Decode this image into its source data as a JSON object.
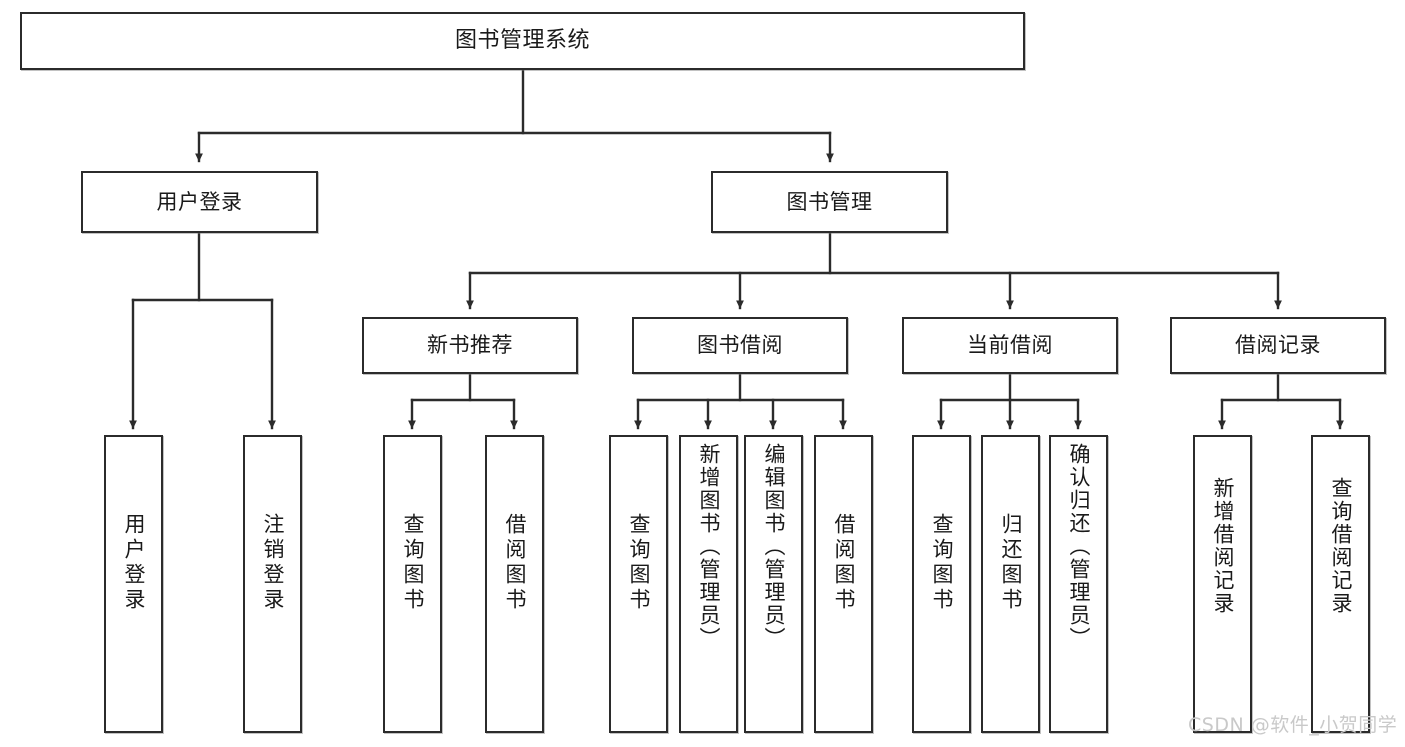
{
  "diagram": {
    "title": "图书管理系统",
    "type": "tree-hierarchy-diagram",
    "watermark": "CSDN @软件_小贺同学",
    "colors": {
      "stroke": "#2b2b2b",
      "fill": "#ffffff",
      "text": "#1a1a1a",
      "watermark": "#c9c9c9"
    },
    "root": {
      "id": "root",
      "label": "图书管理系统"
    },
    "level2": [
      {
        "id": "user-login",
        "label": "用户登录"
      },
      {
        "id": "book-manage",
        "label": "图书管理"
      }
    ],
    "level3": [
      {
        "id": "new-book-rec",
        "label": "新书推荐"
      },
      {
        "id": "book-borrow",
        "label": "图书借阅"
      },
      {
        "id": "current-borrow",
        "label": "当前借阅"
      },
      {
        "id": "borrow-record",
        "label": "借阅记录"
      }
    ],
    "leaves": {
      "user_login": [
        {
          "id": "leaf-user-login",
          "label": "用户登录"
        },
        {
          "id": "leaf-logout-login",
          "label": "注销登录"
        }
      ],
      "new_book_rec": [
        {
          "id": "leaf-query-book-1",
          "label": "查询图书"
        },
        {
          "id": "leaf-borrow-book-1",
          "label": "借阅图书"
        }
      ],
      "book_borrow": [
        {
          "id": "leaf-query-book-2",
          "label": "查询图书"
        },
        {
          "id": "leaf-add-book",
          "label": "新增图书（管理员）"
        },
        {
          "id": "leaf-edit-book",
          "label": "编辑图书（管理员）"
        },
        {
          "id": "leaf-borrow-book-2",
          "label": "借阅图书"
        }
      ],
      "current_borrow": [
        {
          "id": "leaf-query-book-3",
          "label": "查询图书"
        },
        {
          "id": "leaf-return-book",
          "label": "归还图书"
        },
        {
          "id": "leaf-confirm-return",
          "label": "确认归还（管理员）"
        }
      ],
      "borrow_record": [
        {
          "id": "leaf-add-record",
          "label": "新增借阅记录"
        },
        {
          "id": "leaf-query-record",
          "label": "查询借阅记录"
        }
      ]
    }
  }
}
